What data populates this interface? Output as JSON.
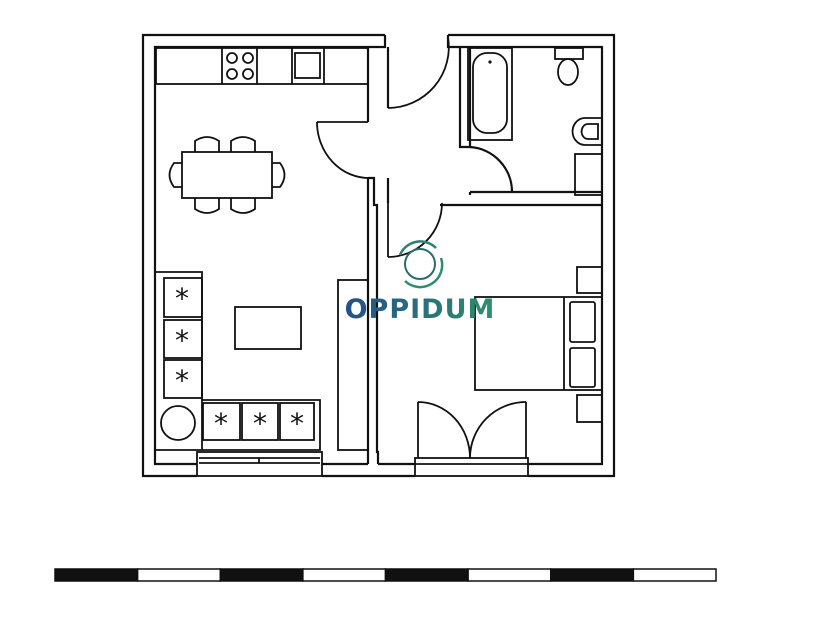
{
  "logo": {
    "text": "OPPIDUM",
    "color_start": "#24508a",
    "color_end": "#2e8f6c"
  },
  "scale_bar": {
    "segments": 8,
    "colors": [
      "#111111",
      "#ffffff"
    ]
  },
  "plan": {
    "rooms": [
      "kitchen-living",
      "hall",
      "bathroom",
      "bedroom"
    ]
  }
}
